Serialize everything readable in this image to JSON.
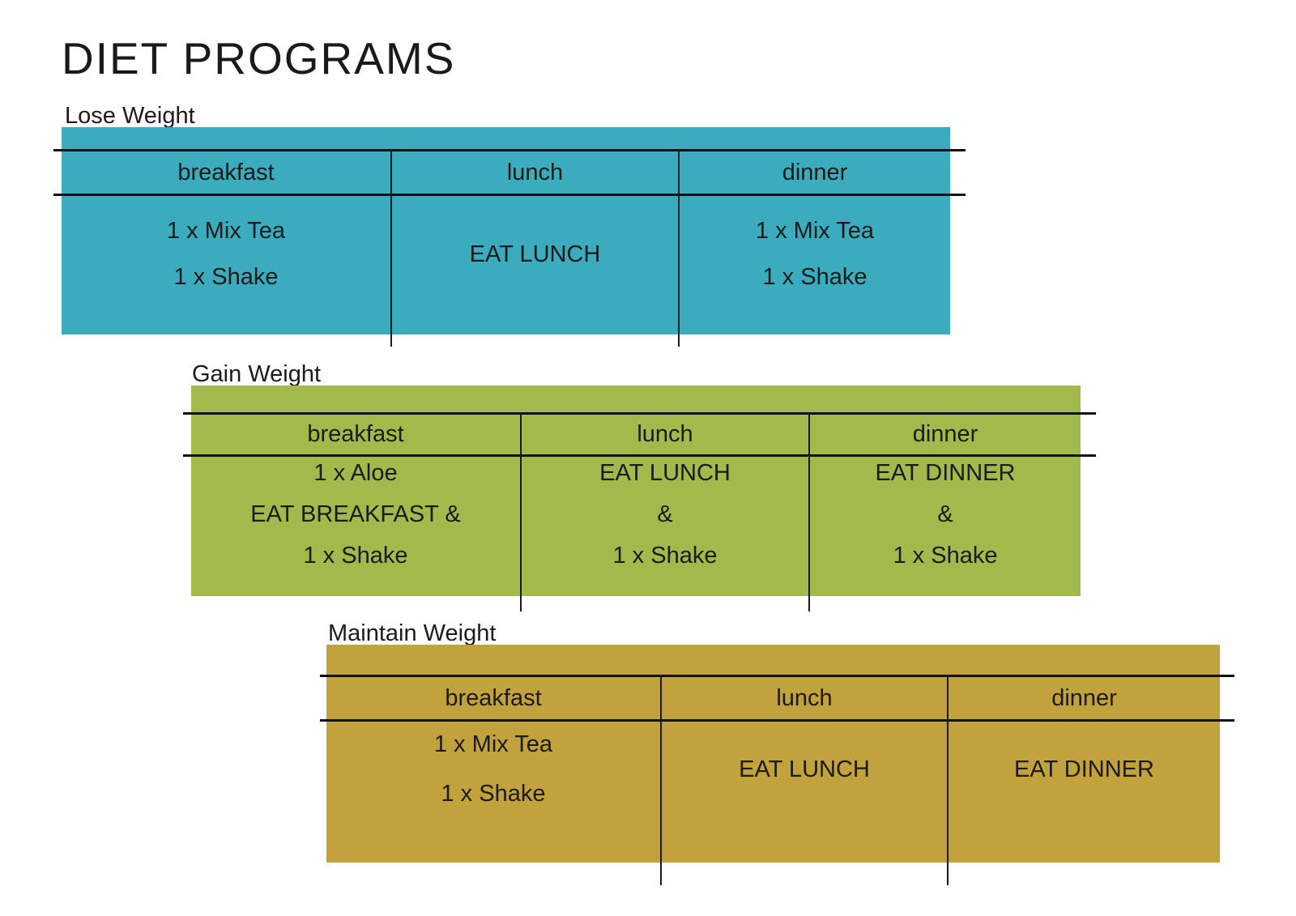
{
  "page": {
    "title": "DIET PROGRAMS",
    "background_color": "#ffffff",
    "text_color": "#1b1b1b",
    "rule_color": "#111111"
  },
  "tables": [
    {
      "label": "Lose Weight",
      "color": "#3BACBD",
      "headers": [
        "breakfast",
        "lunch",
        "dinner"
      ],
      "cells": [
        [
          "1 x Mix Tea",
          "1 x Shake"
        ],
        [
          "EAT LUNCH"
        ],
        [
          "1 x Mix Tea",
          "1 x Shake"
        ]
      ]
    },
    {
      "label": "Gain Weight",
      "color": "#A2B94B",
      "headers": [
        "breakfast",
        "lunch",
        "dinner"
      ],
      "cells": [
        [
          "1 x Aloe",
          "EAT BREAKFAST &",
          "1 x Shake"
        ],
        [
          "EAT LUNCH",
          "&",
          "1 x Shake"
        ],
        [
          "EAT DINNER",
          "&",
          "1 x Shake"
        ]
      ]
    },
    {
      "label": "Maintain Weight",
      "color": "#C2A23C",
      "headers": [
        "breakfast",
        "lunch",
        "dinner"
      ],
      "cells": [
        [
          "1 x Mix Tea",
          "1 x Shake"
        ],
        [
          "EAT LUNCH"
        ],
        [
          "EAT DINNER"
        ]
      ]
    }
  ]
}
